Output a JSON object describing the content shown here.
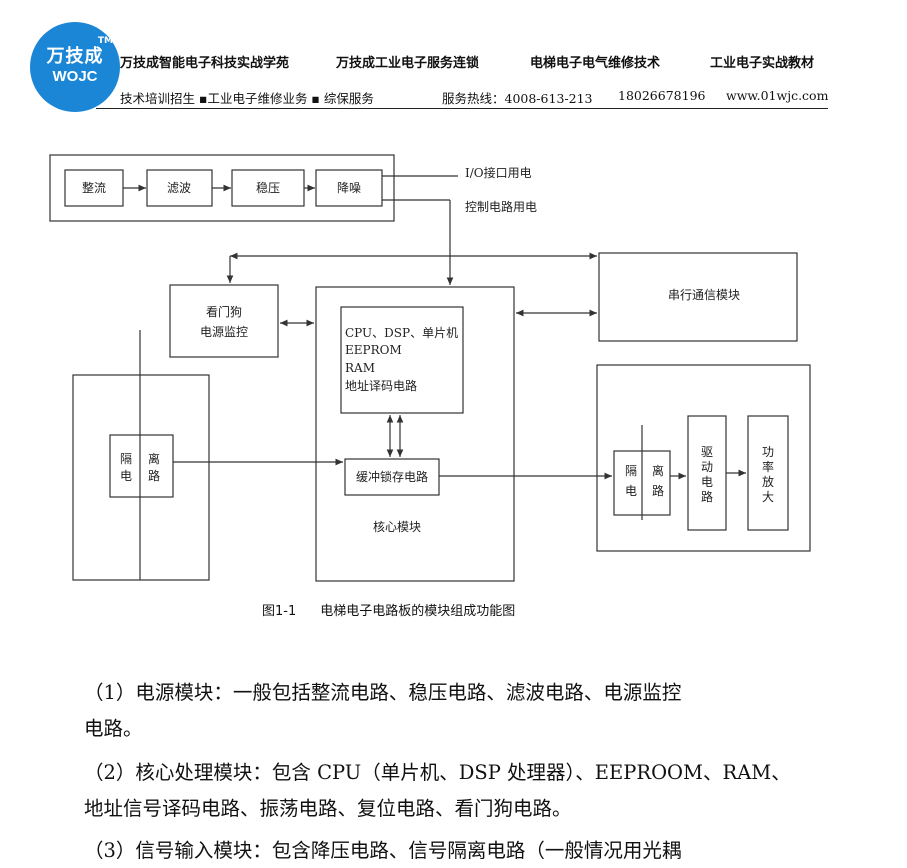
{
  "logo": {
    "cn": "万技成",
    "en": "WOJC",
    "tm": "TM"
  },
  "header": {
    "row1": [
      "万技成智能电子科技实战学苑",
      "万技成工业电子服务连锁",
      "电梯电子电气维修技术",
      "工业电子实战教材"
    ],
    "row2": [
      "技术培训招生 ▪工业电子维修业务 ▪ 综保服务",
      "服务热线：4008-613-213",
      "18026678196",
      "www.01wjc.com"
    ]
  },
  "diagram": {
    "power_stages": [
      "整流",
      "滤波",
      "稳压",
      "降噪"
    ],
    "io_power": "I/O接口用电",
    "control_power": "控制电路用电",
    "watchdog": [
      "看门狗",
      "电源监控"
    ],
    "serial": "串行通信模块",
    "cpu_lines": [
      "CPU、DSP、单片机",
      "EEPROM",
      "RAM",
      "地址译码电路"
    ],
    "buffer": "缓冲锁存电路",
    "core": "核心模块",
    "isolation_in": [
      "隔",
      "离",
      "电",
      "路"
    ],
    "isolation_out": [
      "隔",
      "离",
      "电",
      "路"
    ],
    "driver": [
      "驱",
      "动",
      "电",
      "路"
    ],
    "amp": [
      "功",
      "率",
      "放",
      "大"
    ]
  },
  "caption": {
    "fig": "图1-1",
    "text": "电梯电子电路板的模块组成功能图"
  },
  "paragraphs": [
    "（1）电源模块：一般包括整流电路、稳压电路、滤波电路、电源监控",
    "电路。",
    "（2）核心处理模块：包含 CPU（单片机、DSP 处理器）、EEPROOM、RAM、",
    "地址信号译码电路、振荡电路、复位电路、看门狗电路。",
    "（3）信号输入模块：包含降压电路、信号隔离电路（一般情况用光耦"
  ]
}
